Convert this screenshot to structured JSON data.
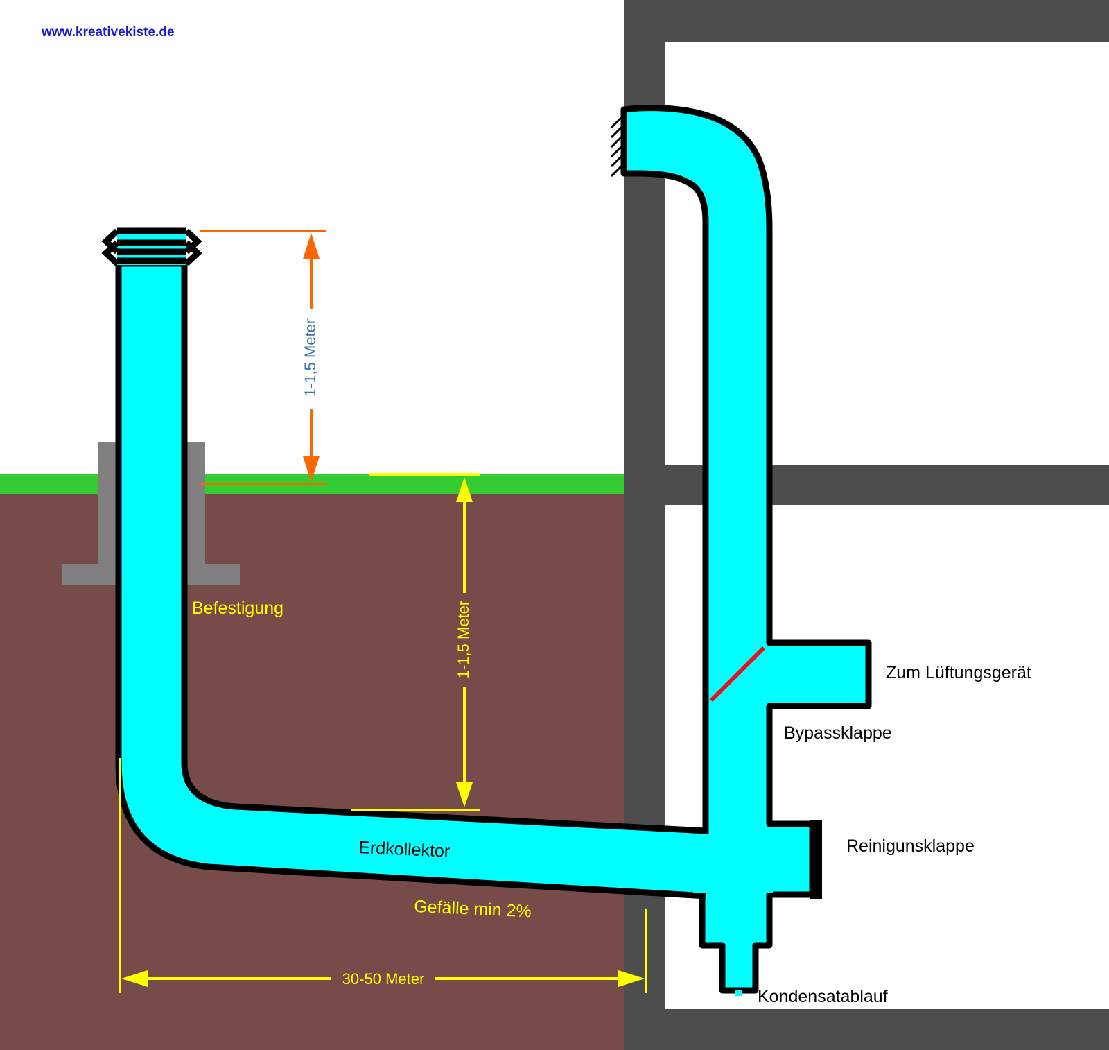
{
  "site_url": "www.kreativekiste.de",
  "labels": {
    "height_above_ground": "1-1,5 Meter",
    "depth_below_ground": "1-1,5 Meter",
    "length": "30-50 Meter",
    "mounting": "Befestigung",
    "collector": "Erdkollektor",
    "slope": "Gefälle min 2%",
    "to_ventilation": "Zum Lüftungsgerät",
    "bypass": "Bypassklappe",
    "cleaning_flap": "Reinigunsklappe",
    "condensate": "Kondensatablauf"
  },
  "colors": {
    "pipe_fill": "#00ffff",
    "pipe_outline": "#000000",
    "soil": "#774b49",
    "grass": "#33cc33",
    "wall": "#4d4d4d",
    "mount": "#808080",
    "dim_orange": "#ff6600",
    "dim_orange_text": "#3a6ea5",
    "dim_yellow": "#ffff00",
    "bypass_flap": "#e8101a",
    "site_url": "#1a1ad0"
  }
}
